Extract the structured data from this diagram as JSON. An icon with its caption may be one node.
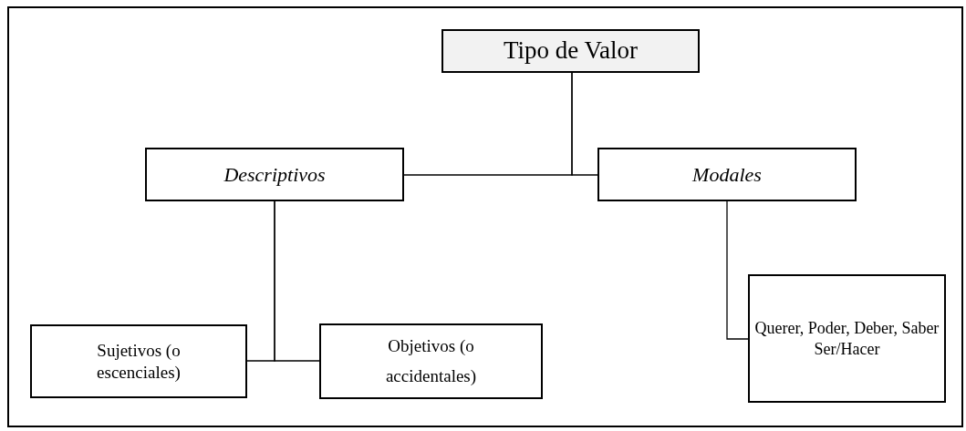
{
  "diagram": {
    "nodes": [
      {
        "text": [
          "Tipo de Valor"
        ]
      },
      {
        "text": [
          "Descriptivos"
        ]
      },
      {
        "text": [
          "Modales"
        ]
      },
      {
        "text": [
          "Sujetivos (o escenciales)"
        ]
      },
      {
        "text": [
          "Objetivos (o accidentales)"
        ]
      },
      {
        "text": [
          "Querer, Poder, Deber, Saber Ser/Hacer"
        ]
      }
    ],
    "edges": [
      {
        "from": 0,
        "to": 1,
        "arrow": "none"
      },
      {
        "from": 0,
        "to": 2,
        "arrow": "none"
      },
      {
        "from": 1,
        "to": 3,
        "arrow": "none"
      },
      {
        "from": 1,
        "to": 4,
        "arrow": "none"
      },
      {
        "from": 2,
        "to": 5,
        "arrow": "none"
      }
    ]
  }
}
